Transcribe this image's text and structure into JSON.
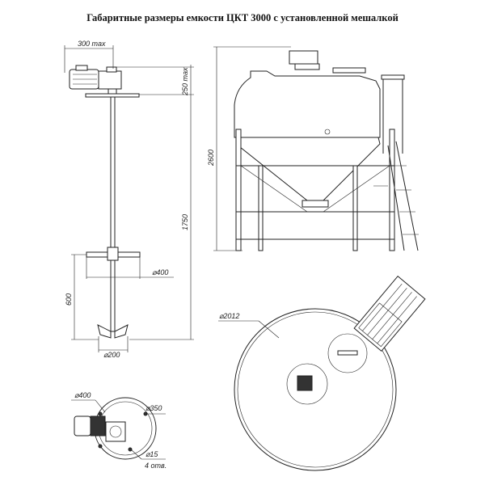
{
  "title": "Габаритные размеры емкости ЦКТ 3000 с установленной мешалкой",
  "agitator_side_view": {
    "dim_width": "300 max",
    "dim_motor_height": "250 max",
    "dim_shaft_length": "1750",
    "dim_impeller_height": "600",
    "dim_impeller_diameter": "⌀400",
    "dim_turbine_diameter": "⌀200"
  },
  "tank_side_view": {
    "dim_total_height": "2600"
  },
  "tank_top_view": {
    "dim_diameter": "⌀2012"
  },
  "agitator_top_view": {
    "dim_flange_diameter": "⌀400",
    "dim_bolt_circle": "⌀350",
    "dim_hole_diameter": "⌀15",
    "dim_hole_count": "4 отв."
  }
}
